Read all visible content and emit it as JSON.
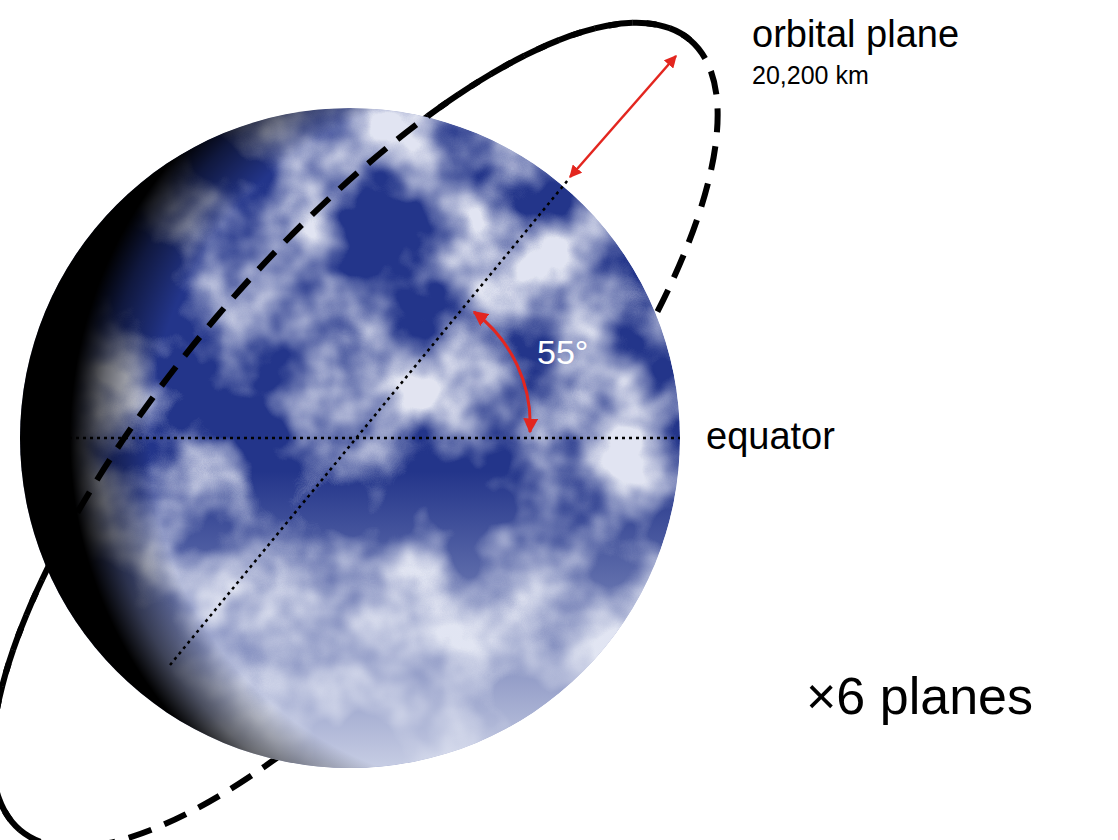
{
  "diagram": {
    "labels": [
      "orbital plane",
      "20,200 km",
      "55°",
      "equator",
      "×6 planes"
    ]
  }
}
